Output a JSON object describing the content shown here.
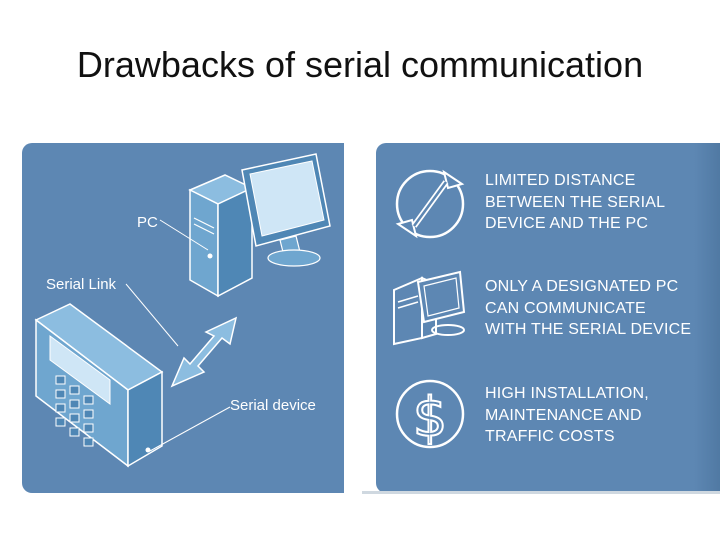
{
  "slide": {
    "title": "Drawbacks of serial communication"
  },
  "diagram": {
    "labels": {
      "pc": "PC",
      "serial_link": "Serial Link",
      "serial_device": "Serial device"
    },
    "icons": [
      "pc-tower-icon",
      "monitor-icon",
      "serial-link-arrow-icon",
      "pos-terminal-icon"
    ]
  },
  "drawbacks": [
    {
      "icon": "distance-arrows-icon",
      "lines": [
        "LIMITED DISTANCE",
        "BETWEEN THE SERIAL",
        "DEVICE AND THE PC"
      ]
    },
    {
      "icon": "computer-icon",
      "lines": [
        "ONLY A DESIGNATED PC",
        "CAN COMMUNICATE",
        "WITH THE SERIAL DEVICE"
      ]
    },
    {
      "icon": "dollar-icon",
      "lines": [
        "HIGH INSTALLATION,",
        "MAINTENANCE AND",
        "TRAFFIC COSTS"
      ]
    }
  ],
  "colors": {
    "panel": "#5d87b3",
    "device_fill": "#6fa6cf",
    "device_stroke": "#ffffff"
  }
}
